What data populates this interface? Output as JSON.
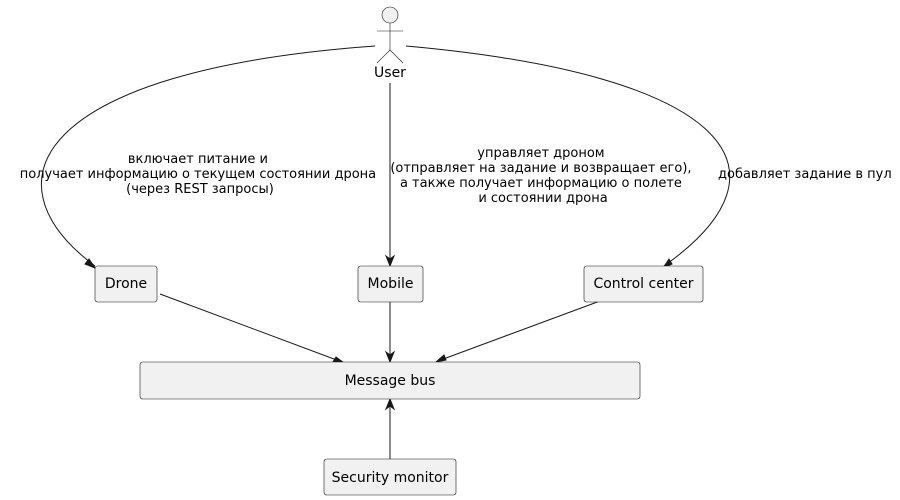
{
  "actor": {
    "label": "User"
  },
  "nodes": {
    "drone": "Drone",
    "mobile": "Mobile",
    "control_center": "Control center",
    "message_bus": "Message bus",
    "security_monitor": "Security monitor"
  },
  "edges": {
    "user_to_drone": [
      "включает питание и",
      "получает информацию о текущем состоянии дрона",
      "(через REST запросы)"
    ],
    "user_to_mobile": [
      "управляет дроном",
      "(отправляет на задание и возвращает его),",
      "а также получает информацию о полете",
      "и состоянии дрона"
    ],
    "user_to_control_center": [
      "добавляет задание в пул"
    ]
  }
}
